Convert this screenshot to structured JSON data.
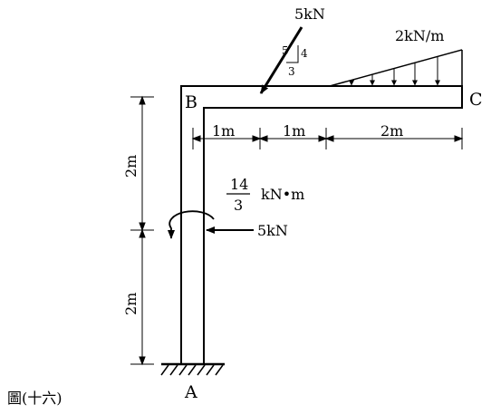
{
  "joints": {
    "b": "B",
    "c": "C",
    "a": "A"
  },
  "loads": {
    "point_top": "5kN",
    "slope_rise": "4",
    "slope_run": "3",
    "slope_hyp": "5",
    "distributed": "2kN/m",
    "point_column": "5kN",
    "moment_num": "14",
    "moment_den": "3",
    "moment_unit": "kN•m"
  },
  "dimensions": {
    "beam_seg1": "1m",
    "beam_seg2": "1m",
    "beam_seg3": "2m",
    "col_upper": "2m",
    "col_lower": "2m"
  },
  "caption": "圖(十六)"
}
